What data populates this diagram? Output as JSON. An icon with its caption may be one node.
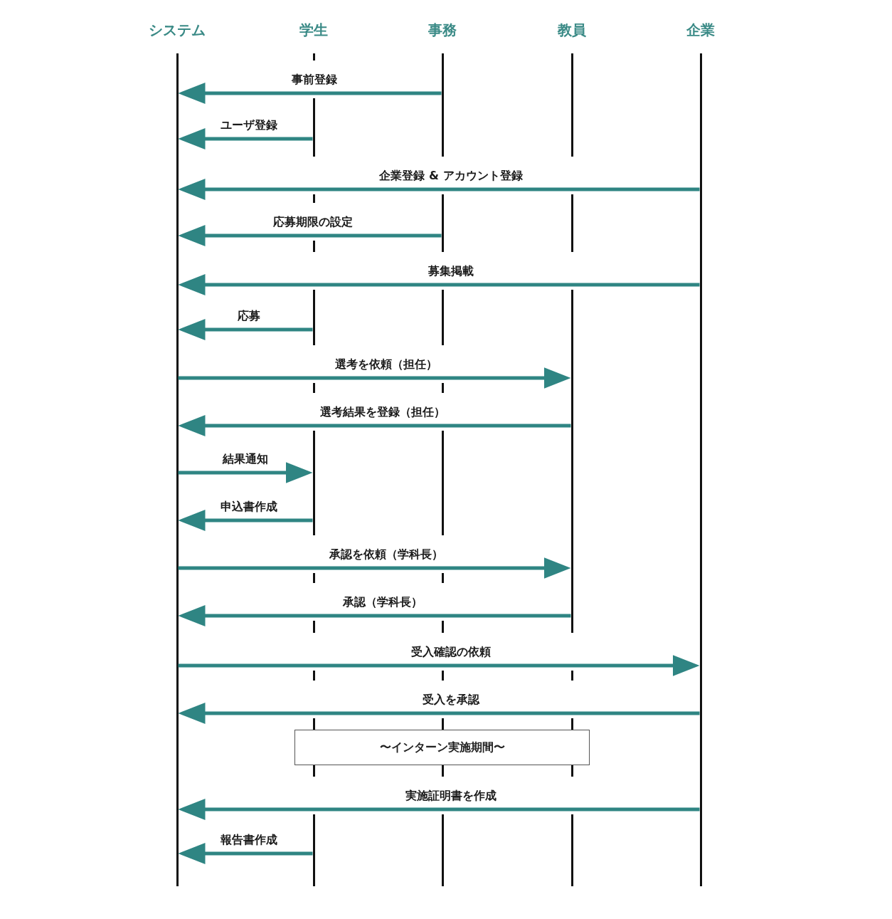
{
  "diagram": {
    "nodes": [
      {
        "text": [],
        "shape": "line",
        "beside": [
          "システム"
        ]
      },
      {
        "text": [],
        "shape": "line",
        "beside": [
          "学生"
        ]
      },
      {
        "text": [],
        "shape": "line",
        "beside": [
          "事務"
        ]
      },
      {
        "text": [],
        "shape": "line",
        "beside": [
          "教員"
        ]
      },
      {
        "text": [],
        "shape": "line",
        "beside": [
          "企業"
        ]
      },
      {
        "text": [
          "〜インターン実施期間〜"
        ]
      }
    ],
    "edges": [
      {
        "from": 2,
        "to": 0,
        "arrow": "to",
        "label": "事前登録"
      },
      {
        "from": 1,
        "to": 0,
        "arrow": "to",
        "label": "ユーザ登録"
      },
      {
        "from": 4,
        "to": 0,
        "arrow": "to",
        "label": "企業登録 & アカウント登録"
      },
      {
        "from": 2,
        "to": 0,
        "arrow": "to",
        "label": "応募期限の設定"
      },
      {
        "from": 4,
        "to": 0,
        "arrow": "to",
        "label": "募集掲載"
      },
      {
        "from": 1,
        "to": 0,
        "arrow": "to",
        "label": "応募"
      },
      {
        "from": 0,
        "to": 3,
        "arrow": "to",
        "label": "選考を依頼（担任）"
      },
      {
        "from": 3,
        "to": 0,
        "arrow": "to",
        "label": "選考結果を登録（担任）"
      },
      {
        "from": 0,
        "to": 1,
        "arrow": "to",
        "label": "結果通知"
      },
      {
        "from": 1,
        "to": 0,
        "arrow": "to",
        "label": "申込書作成"
      },
      {
        "from": 0,
        "to": 3,
        "arrow": "to",
        "label": "承認を依頼（学科長）"
      },
      {
        "from": 3,
        "to": 0,
        "arrow": "to",
        "label": "承認（学科長）"
      },
      {
        "from": 0,
        "to": 4,
        "arrow": "to",
        "label": "受入確認の依頼"
      },
      {
        "from": 4,
        "to": 0,
        "arrow": "to",
        "label": "受入を承認"
      },
      {
        "from": 4,
        "to": 0,
        "arrow": "to",
        "label": "実施証明書を作成"
      },
      {
        "from": 1,
        "to": 0,
        "arrow": "to",
        "label": "報告書作成"
      }
    ]
  }
}
